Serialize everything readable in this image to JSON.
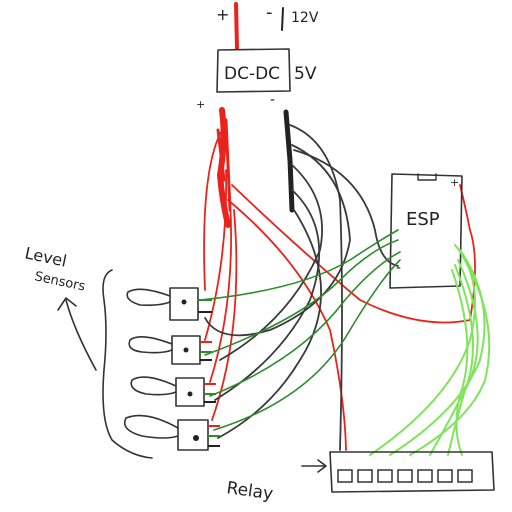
{
  "diagram": {
    "supply": {
      "plus": "+",
      "minus": "-",
      "voltage": "12V"
    },
    "converter": {
      "label": "DC-DC",
      "output_voltage": "5V",
      "out_plus": "+",
      "out_minus": "-"
    },
    "esp": {
      "label": "ESP",
      "pin_plus": "+",
      "pin_minus": "-"
    },
    "sensors": {
      "label_line1": "Level",
      "label_line2": "Sensors"
    },
    "relay": {
      "label": "Relay"
    },
    "colors": {
      "power": "#e8231c",
      "ground": "#3a3a3a",
      "signal": "#2e8b2e",
      "relay_signal": "#7ee55a",
      "outline": "#333333"
    }
  }
}
